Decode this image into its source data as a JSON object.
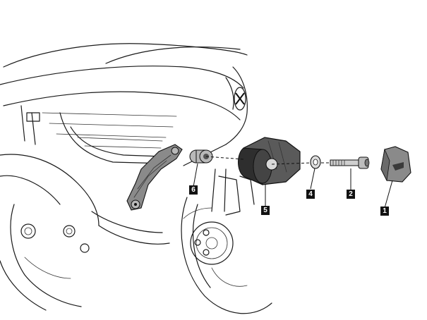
{
  "callouts": [
    {
      "id": "1",
      "label": "1"
    },
    {
      "id": "2",
      "label": "2"
    },
    {
      "id": "4",
      "label": "4"
    },
    {
      "id": "5",
      "label": "5"
    },
    {
      "id": "6",
      "label": "6"
    }
  ],
  "colors": {
    "line": "#1a1a1a",
    "part_dark": "#5a5a5a",
    "part_mid": "#8a8a8a",
    "callout_bg": "#111111",
    "callout_text": "#ffffff"
  }
}
